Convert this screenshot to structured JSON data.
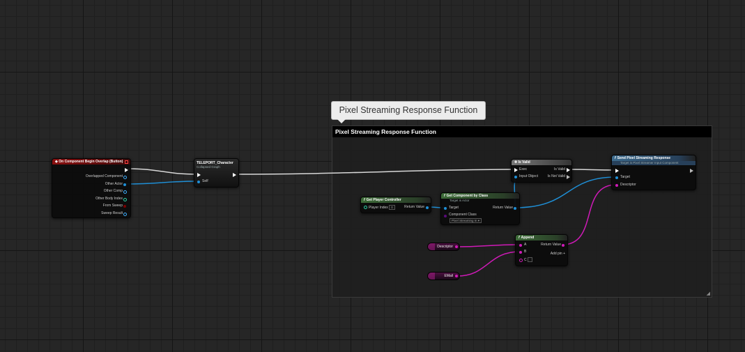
{
  "comment": {
    "title": "Pixel Streaming Response Function"
  },
  "nodes": {
    "begin_overlap": {
      "title": "On Component Begin Overlap (Button)",
      "pins": [
        "Overlapped Component",
        "Other Actor",
        "Other Comp",
        "Other Body Index",
        "From Sweep",
        "Sweep Result"
      ]
    },
    "teleport": {
      "title": "TELEPORT_Character",
      "subtitle": "Collapsed Graph",
      "self_label": "Self"
    },
    "is_valid": {
      "title": "Is Valid",
      "exec_label": "Exec",
      "input_label": "Input Object",
      "is_valid_label": "Is Valid",
      "is_not_valid_label": "Is Not Valid"
    },
    "get_player_controller": {
      "title": "Get Player Controller",
      "player_index_label": "Player Index",
      "player_index_value": "0",
      "return_label": "Return Value"
    },
    "get_component_by_class": {
      "title": "Get Component by Class",
      "subtitle": "Target is Actor",
      "target_label": "Target",
      "class_label": "Component Class",
      "class_value": "Pixel Streaming In ▾",
      "return_label": "Return Value"
    },
    "send_response": {
      "title": "Send Pixel Streaming Response",
      "subtitle": "Target is Pixel Streamer Input Component",
      "target_label": "Target",
      "descriptor_label": "Descriptor"
    },
    "append": {
      "title": "Append",
      "pin_a": "A",
      "pin_b": "B",
      "pin_c": "C",
      "return_label": "Return Value",
      "add_pin_label": "Add pin +"
    },
    "descriptor_var": {
      "label": "Descriptor"
    },
    "email_var": {
      "label": "EMail"
    }
  },
  "colors": {
    "exec_wire": "#d8d8d8",
    "object_wire": "#1f8fd6",
    "string_wire": "#d01ab8",
    "event_header": "#8a1010",
    "pure_header": "#3d6b38",
    "call_header": "#3c6a8c"
  }
}
